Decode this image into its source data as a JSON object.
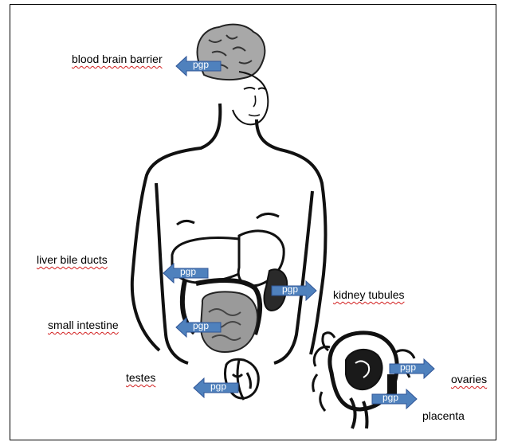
{
  "labels": {
    "bbb": "blood brain barrier",
    "liver": "liver bile ducts",
    "kidney": "kidney tubules",
    "intestine": "small intestine",
    "testes": "testes",
    "ovaries": "ovaries",
    "placenta": "placenta"
  },
  "arrow_text": "pgp",
  "colors": {
    "arrow_fill": "#4f81bd",
    "arrow_stroke": "#2f5597",
    "squiggle": "#d21f1f",
    "organ_gray": "#9a9a9a",
    "dark": "#1a1a1a"
  }
}
